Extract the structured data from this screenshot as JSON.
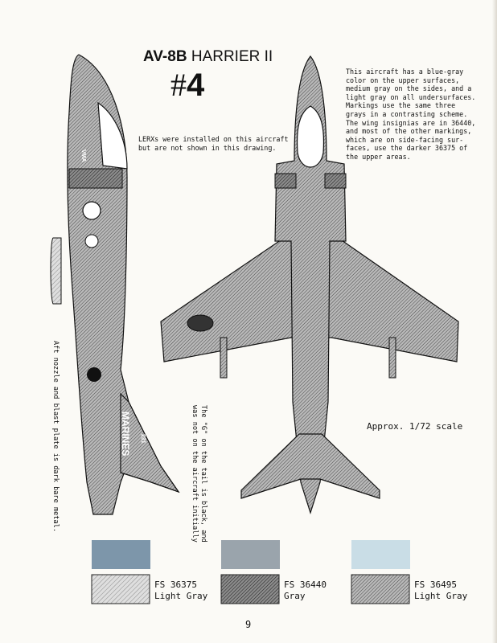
{
  "title": {
    "model": "AV-8B",
    "name": "HARRIER II",
    "hash": "#",
    "number": "4"
  },
  "notes": {
    "lerx": [
      "LERXs were installed on this aircraft",
      "but are not shown in this drawing."
    ],
    "paint": [
      "This aircraft has a blue-gray",
      "color on the upper surfaces,",
      "medium gray on the sides, and a",
      "light gray on all undersurfaces.",
      "Markings use the same three",
      "grays in a contrasting scheme.",
      "The wing insignias are in 36440,",
      "and most of the other markings,",
      "which are on side-facing sur-",
      "faces, use the darker 36375 of",
      "the upper areas."
    ],
    "scale": "Approx. 1/72 scale",
    "aft": "Aft nozzle and blast plate is dark bare metal.",
    "tail": [
      "The \"G\" on the tail is black, and",
      "was not on the aircraft initially"
    ]
  },
  "aircraft_markings": {
    "side_tail": "MARINES",
    "side_code": "VMA",
    "side_unit": "231"
  },
  "colors": {
    "page": "#fbfaf6",
    "chip_36375": "#7d96aa",
    "chip_36440": "#9aa4ac",
    "chip_36495": "#c9dde6"
  },
  "swatches": [
    {
      "code": "FS 36375",
      "name": "Light Gray"
    },
    {
      "code": "FS 36440",
      "name": "Gray"
    },
    {
      "code": "FS 36495",
      "name": "Light Gray"
    }
  ],
  "page_number": "9"
}
